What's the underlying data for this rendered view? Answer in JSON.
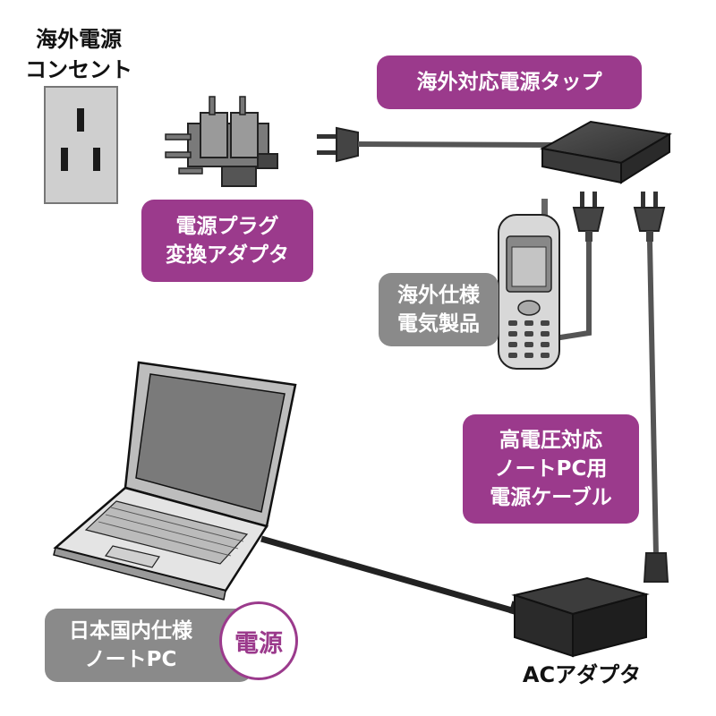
{
  "labels": {
    "outlet_line1": "海外電源",
    "outlet_line2": "コンセント",
    "tap": "海外対応電源タップ",
    "plug_adapter_line1": "電源プラグ",
    "plug_adapter_line2": "変換アダプタ",
    "overseas_device_line1": "海外仕様",
    "overseas_device_line2": "電気製品",
    "cable_line1": "高電圧対応",
    "cable_line2": "ノートPC用",
    "cable_line3": "電源ケーブル",
    "laptop_line1": "日本国内仕様",
    "laptop_line2": "ノートPC",
    "power_badge": "電源",
    "ac_adapter": "ACアダプタ"
  },
  "colors": {
    "accent_purple": "#9b3a8c",
    "label_gray": "#8a8a8a"
  }
}
